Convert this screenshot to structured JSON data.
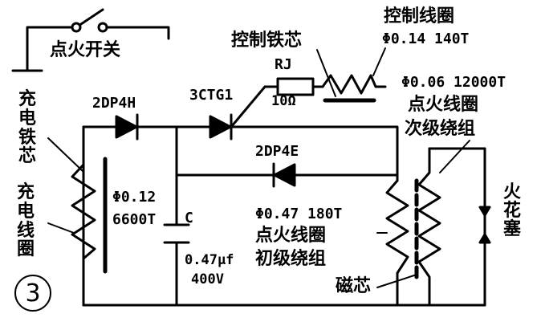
{
  "labels": {
    "ignition_switch": "点火开关",
    "charge_core": "充电铁芯",
    "charge_coil": "充电线圈",
    "charge_spec_a": "Φ0.12",
    "charge_spec_b": "6600T",
    "diode_top": "2DP4H",
    "thyristor": "3CTG1",
    "control_core": "控制铁芯",
    "resistor_name": "RJ",
    "resistor_value": "10Ω",
    "control_coil": "控制线圈",
    "control_coil_spec": "Φ0.14 140T",
    "secondary_spec": "Φ0.06 12000T",
    "secondary_name_1": "点火线圈",
    "secondary_name_2": "次级绕组",
    "diode_mid": "2DP4E",
    "capacitor_name": "C",
    "capacitor_value": "0.47μf",
    "capacitor_voltage": "400V",
    "primary_spec": "Φ0.47 180T",
    "primary_name_1": "点火线圈",
    "primary_name_2": "初级绕组",
    "magnetic_core": "磁芯",
    "spark_plug": "火花塞",
    "figure_number": "3"
  }
}
